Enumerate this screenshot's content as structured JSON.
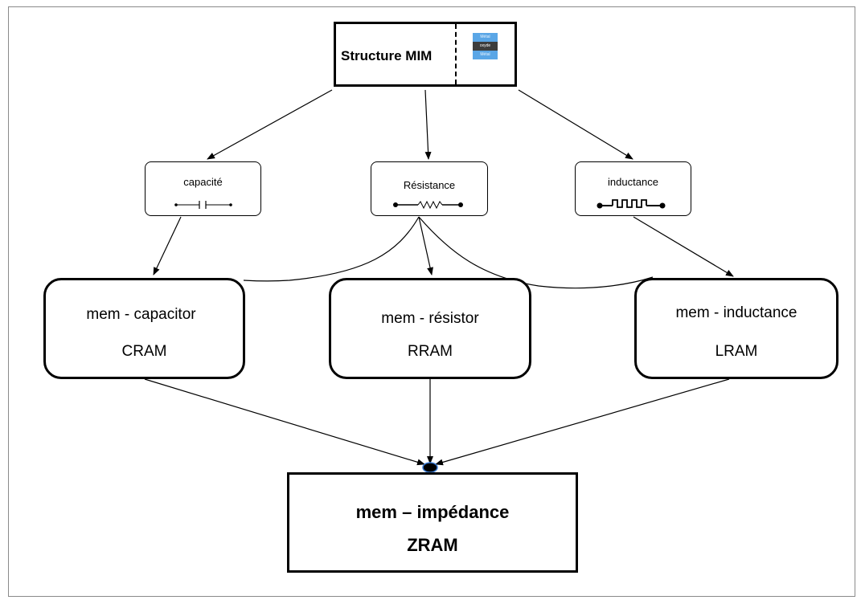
{
  "top": {
    "title": "Structure MIM",
    "layers": [
      "Métal",
      "oxyde",
      "Métal"
    ]
  },
  "components": [
    {
      "id": "cap",
      "label": "capacité",
      "symbol": "capacitor-symbol-icon"
    },
    {
      "id": "res",
      "label": "Résistance",
      "symbol": "resistor-symbol-icon"
    },
    {
      "id": "ind",
      "label": "inductance",
      "symbol": "inductor-symbol-icon"
    }
  ],
  "memories": [
    {
      "id": "cram",
      "name": "mem - capacitor",
      "acronym": "CRAM"
    },
    {
      "id": "rram",
      "name": "mem - résistor",
      "acronym": "RRAM"
    },
    {
      "id": "lram",
      "name": "mem - inductance",
      "acronym": "LRAM"
    }
  ],
  "result": {
    "name": "mem – impédance",
    "acronym": "ZRAM"
  },
  "colors": {
    "line": "#000000",
    "junction": "#000000",
    "junction_ring": "#3a7bd5",
    "metal": "#5aa6e6",
    "oxide": "#3c3c3c"
  }
}
